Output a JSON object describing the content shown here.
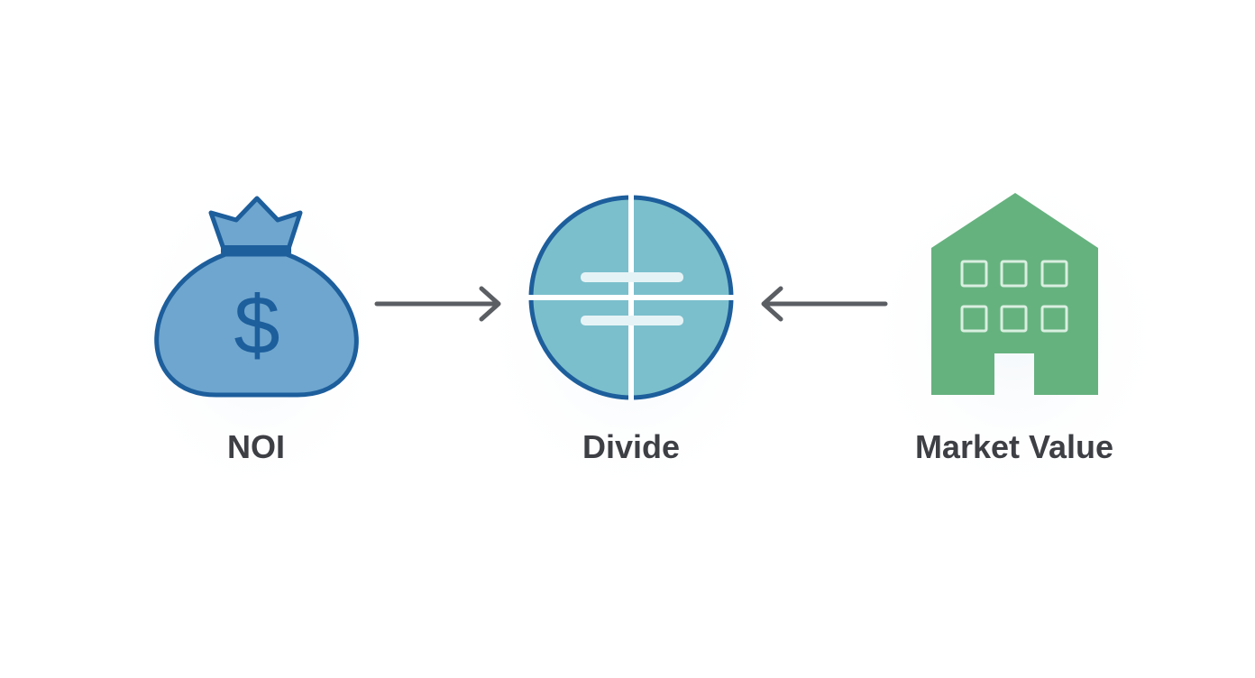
{
  "nodes": [
    {
      "id": "noi",
      "label": "NOI",
      "icon": "money-bag-icon"
    },
    {
      "id": "divide",
      "label": "Divide",
      "icon": "divide-icon"
    },
    {
      "id": "market-value",
      "label": "Market Value",
      "icon": "building-icon"
    }
  ],
  "edges": [
    {
      "from": "noi",
      "to": "divide"
    },
    {
      "from": "market-value",
      "to": "divide"
    }
  ],
  "colors": {
    "bag_fill": "#6ea6cf",
    "bag_stroke": "#1d5e9c",
    "divide_fill": "#7bbfcc",
    "divide_stroke": "#1d5e9c",
    "divide_lines": "#e6f3f6",
    "building_fill": "#66b27f",
    "building_windows": "#d9efe0",
    "arrow": "#5b5e63",
    "label_text": "#3d3f45"
  }
}
